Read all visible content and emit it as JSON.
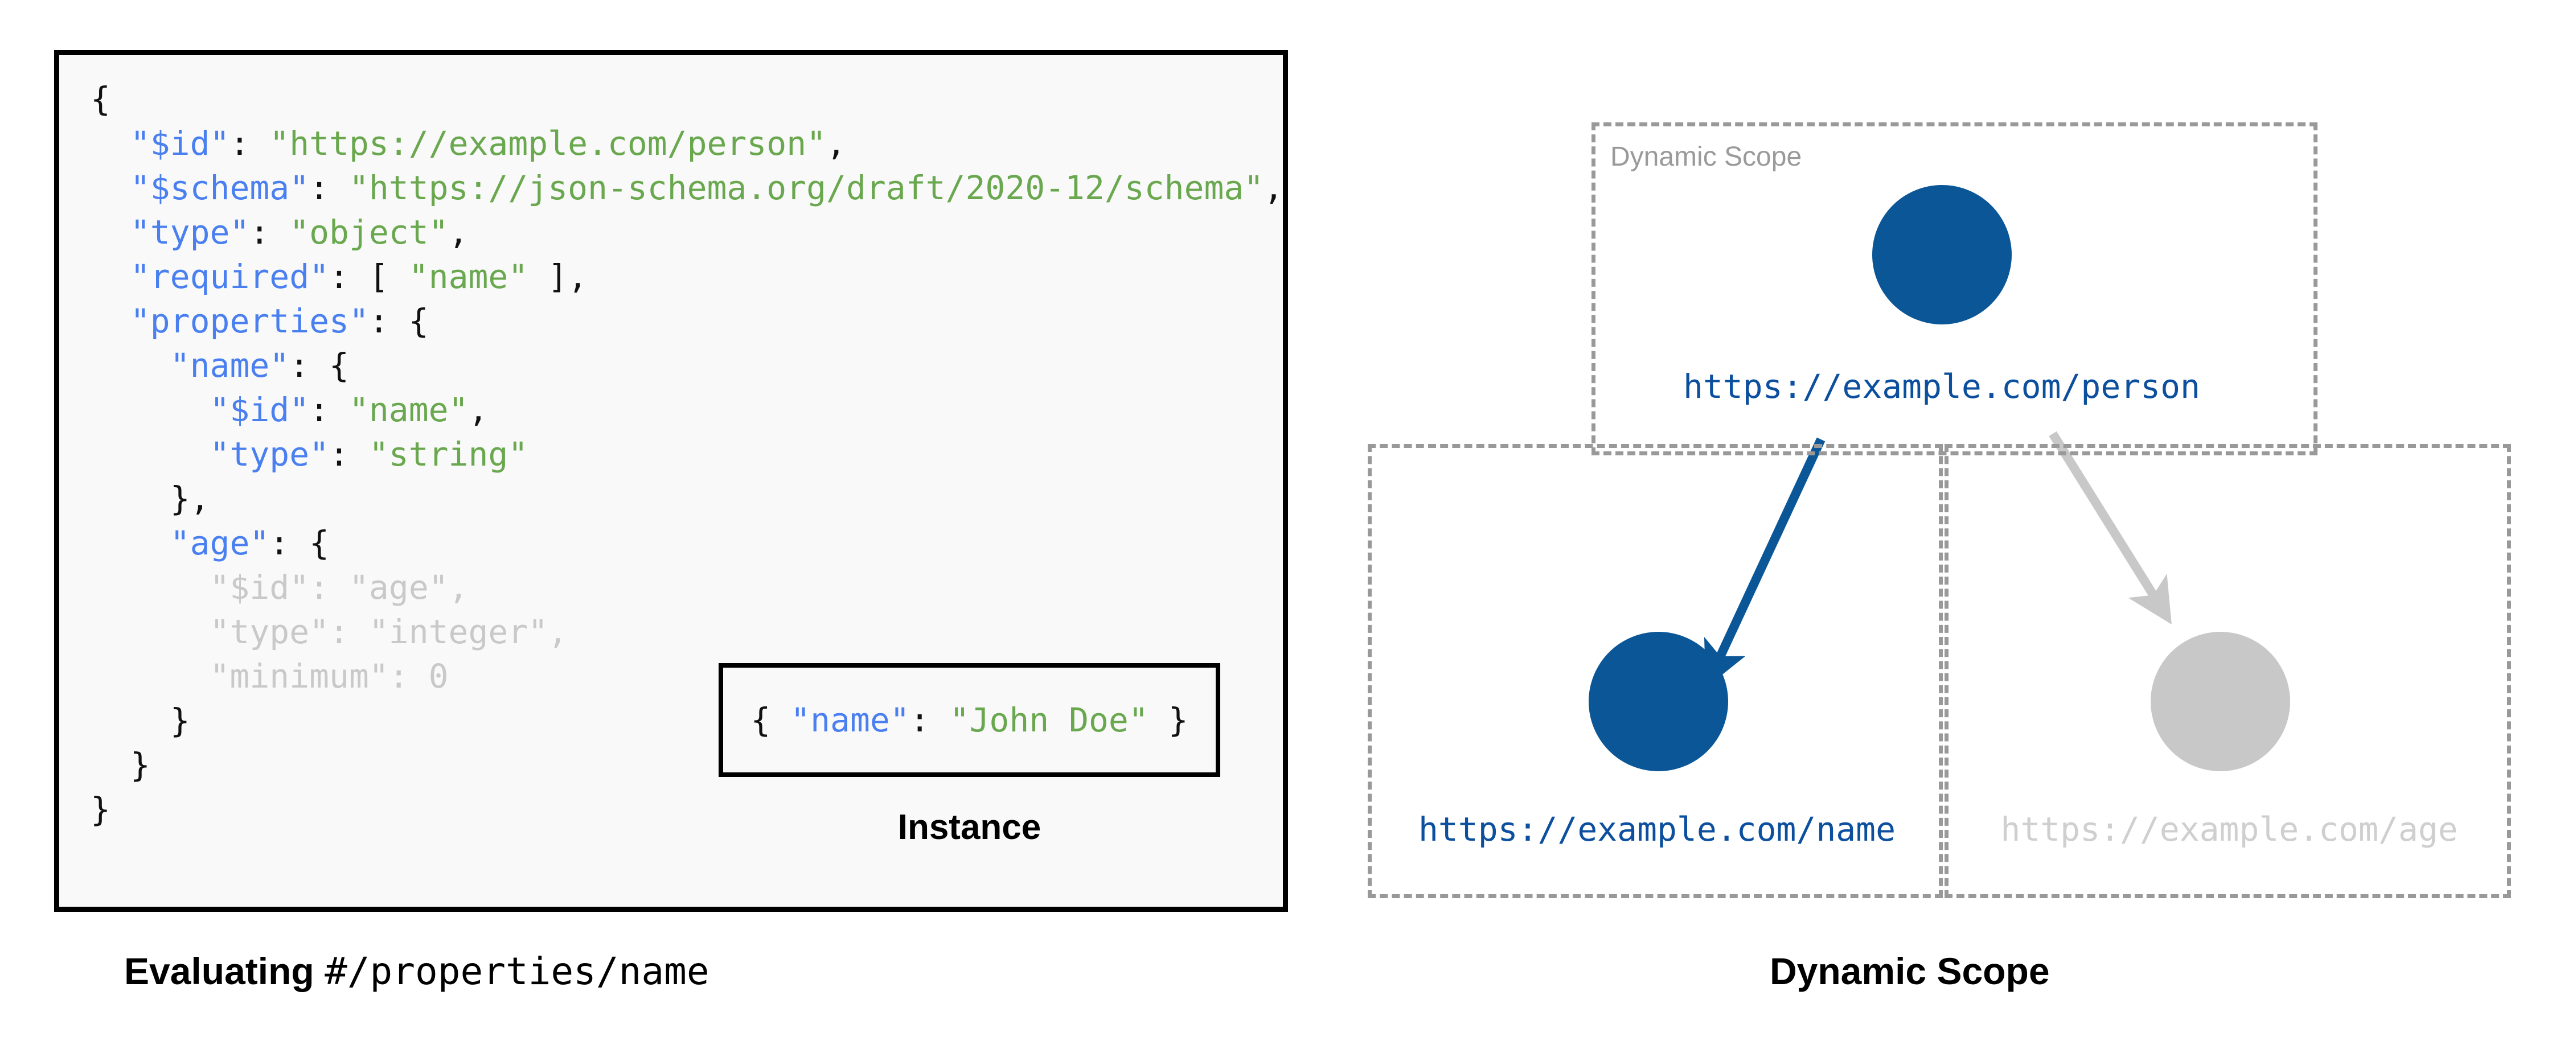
{
  "schema_panel": {
    "lines": [
      {
        "indent": 0,
        "tokens": [
          {
            "t": "{",
            "c": "p"
          }
        ]
      },
      {
        "indent": 1,
        "tokens": [
          {
            "t": "\"$id\"",
            "c": "k"
          },
          {
            "t": ": ",
            "c": "p"
          },
          {
            "t": "\"https://example.com/person\"",
            "c": "s"
          },
          {
            "t": ",",
            "c": "p"
          }
        ]
      },
      {
        "indent": 1,
        "tokens": [
          {
            "t": "\"$schema\"",
            "c": "k"
          },
          {
            "t": ": ",
            "c": "p"
          },
          {
            "t": "\"https://json-schema.org/draft/2020-12/schema\"",
            "c": "s"
          },
          {
            "t": ",",
            "c": "p"
          }
        ]
      },
      {
        "indent": 1,
        "tokens": [
          {
            "t": "\"type\"",
            "c": "k"
          },
          {
            "t": ": ",
            "c": "p"
          },
          {
            "t": "\"object\"",
            "c": "s"
          },
          {
            "t": ",",
            "c": "p"
          }
        ]
      },
      {
        "indent": 1,
        "tokens": [
          {
            "t": "\"required\"",
            "c": "k"
          },
          {
            "t": ": [ ",
            "c": "p"
          },
          {
            "t": "\"name\"",
            "c": "s"
          },
          {
            "t": " ],",
            "c": "p"
          }
        ]
      },
      {
        "indent": 1,
        "tokens": [
          {
            "t": "\"properties\"",
            "c": "k"
          },
          {
            "t": ": {",
            "c": "p"
          }
        ]
      },
      {
        "indent": 2,
        "tokens": [
          {
            "t": "\"name\"",
            "c": "k"
          },
          {
            "t": ": {",
            "c": "p"
          }
        ]
      },
      {
        "indent": 3,
        "tokens": [
          {
            "t": "\"$id\"",
            "c": "k"
          },
          {
            "t": ": ",
            "c": "p"
          },
          {
            "t": "\"name\"",
            "c": "s"
          },
          {
            "t": ",",
            "c": "p"
          }
        ]
      },
      {
        "indent": 3,
        "tokens": [
          {
            "t": "\"type\"",
            "c": "k"
          },
          {
            "t": ": ",
            "c": "p"
          },
          {
            "t": "\"string\"",
            "c": "s"
          }
        ]
      },
      {
        "indent": 2,
        "tokens": [
          {
            "t": "},",
            "c": "p"
          }
        ]
      },
      {
        "indent": 2,
        "tokens": [
          {
            "t": "\"age\"",
            "c": "k"
          },
          {
            "t": ": {",
            "c": "p"
          }
        ]
      },
      {
        "indent": 3,
        "tokens": [
          {
            "t": "\"$id\"",
            "c": "dim-k"
          },
          {
            "t": ": ",
            "c": "dim-p"
          },
          {
            "t": "\"age\"",
            "c": "dim-s"
          },
          {
            "t": ",",
            "c": "dim-p"
          }
        ]
      },
      {
        "indent": 3,
        "tokens": [
          {
            "t": "\"type\"",
            "c": "dim-k"
          },
          {
            "t": ": ",
            "c": "dim-p"
          },
          {
            "t": "\"integer\"",
            "c": "dim-s"
          },
          {
            "t": ",",
            "c": "dim-p"
          }
        ]
      },
      {
        "indent": 3,
        "tokens": [
          {
            "t": "\"minimum\"",
            "c": "dim-k"
          },
          {
            "t": ": ",
            "c": "dim-p"
          },
          {
            "t": "0",
            "c": "dim-n"
          }
        ]
      },
      {
        "indent": 2,
        "tokens": [
          {
            "t": "}",
            "c": "p"
          }
        ]
      },
      {
        "indent": 1,
        "tokens": [
          {
            "t": "}",
            "c": "p"
          }
        ]
      },
      {
        "indent": 0,
        "tokens": [
          {
            "t": "}",
            "c": "p"
          }
        ]
      }
    ]
  },
  "instance": {
    "tokens": [
      {
        "t": "{ ",
        "c": "p"
      },
      {
        "t": "\"name\"",
        "c": "k"
      },
      {
        "t": ": ",
        "c": "p"
      },
      {
        "t": "\"John Doe\"",
        "c": "s"
      },
      {
        "t": " }",
        "c": "p"
      }
    ],
    "label": "Instance"
  },
  "captions": {
    "left_bold": "Evaluating ",
    "left_mono": "#/properties/name",
    "right": "Dynamic Scope"
  },
  "scope_diagram": {
    "frames": {
      "root_title": "Dynamic Scope"
    },
    "nodes": {
      "person": "https://example.com/person",
      "name": "https://example.com/name",
      "age": "https://example.com/age"
    }
  },
  "colors": {
    "accent_blue": "#0b5697",
    "label_blue": "#0b4f9e",
    "muted_gray": "#c8c8c8",
    "frame_gray": "#999999",
    "json_key": "#4a7ff0",
    "json_string": "#6aa84f",
    "panel_bg": "#f9f9f9"
  }
}
